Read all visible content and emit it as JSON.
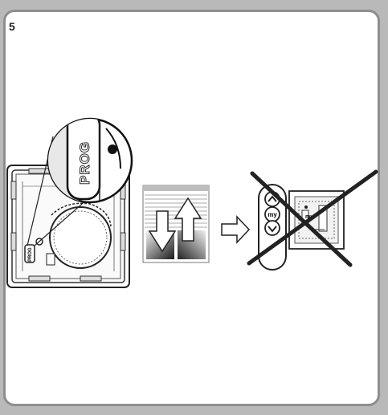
{
  "step_number": "5",
  "receiver": {
    "button_label": "PROG"
  },
  "remote": {
    "up_icon": "chevron-up-icon",
    "stop_label": "my",
    "down_icon": "chevron-down-icon"
  },
  "colors": {
    "cross": "#222222",
    "frame": "#333333",
    "shutter_gradient_dark": "#1a1a1a"
  }
}
